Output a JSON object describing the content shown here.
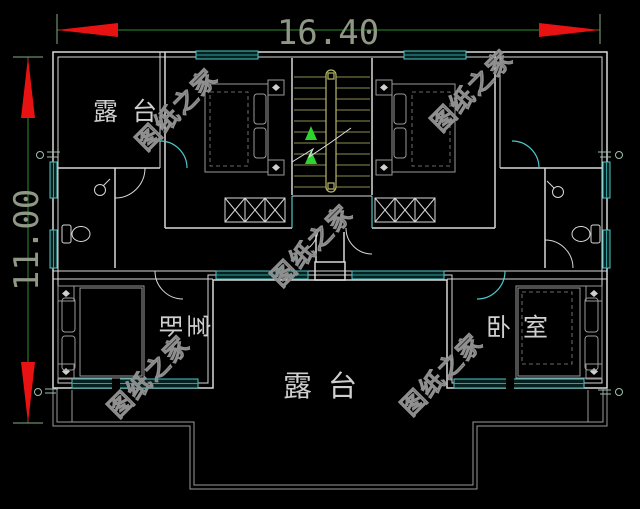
{
  "drawing": {
    "type": "floor-plan",
    "dimensions": {
      "width_label": "16.40",
      "height_label": "11.00"
    },
    "rooms": {
      "terrace_top_left": "露台",
      "terrace_bottom": "露台",
      "bedroom_left_chars": [
        "卧",
        "室"
      ],
      "bedroom_right": "卧室"
    },
    "watermark": {
      "text": "图纸之家"
    },
    "colors": {
      "background": "#000000",
      "wall": "#d8d8d8",
      "window_door_accent": "#4fc9c9",
      "dimension_line": "#2e8b2e",
      "dimension_text": "#8e9884",
      "arrow_red": "#e81212",
      "stair_tread": "#8c8c52",
      "stair_rail": "#b8b868",
      "direction_arrow_green": "#2ed32e",
      "furniture": "#9a9a9a",
      "level_marker": "#9fbfae",
      "watermark_gray": "#8f8f8f"
    }
  }
}
